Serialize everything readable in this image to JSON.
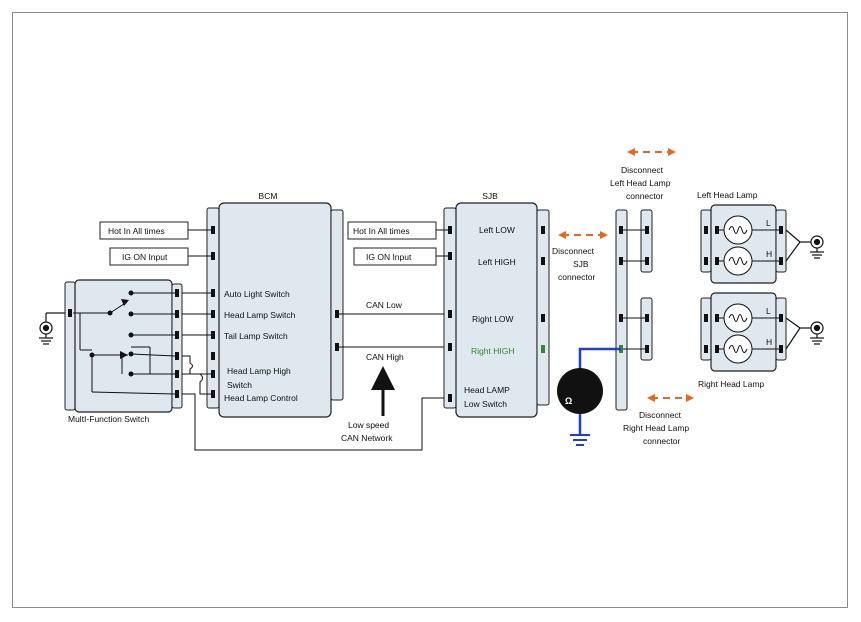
{
  "labels": {
    "bcm": "BCM",
    "sjb": "SJB",
    "multi_function_switch": "MultI-Function Switch",
    "left_head_lamp": "Left Head Lamp",
    "right_head_lamp": "Right Head Lamp",
    "can_low": "CAN Low",
    "can_high": "CAN High",
    "low_speed_line1": "Low speed",
    "low_speed_line2": "CAN Network"
  },
  "bcm_inputs": {
    "hot_in_all_times": "Hot In All times",
    "ig_on_input": "IG ON Input"
  },
  "bcm_pins": {
    "auto_light": "Auto Light Switch",
    "head_lamp": "Head Lamp Switch",
    "tail_lamp": "Tail Lamp Switch",
    "head_high_line1": "Head Lamp High",
    "head_high_line2": "Switch",
    "head_control": "Head Lamp Control"
  },
  "sjb_inputs": {
    "hot_in_all_times": "Hot In All times",
    "ig_on_input": "IG ON Input"
  },
  "sjb_pins": {
    "left_low": "Left LOW",
    "left_high": "Left HIGH",
    "right_low": "Right LOW",
    "right_high": "Right HIGH",
    "low_switch_line1": "Head LAMP",
    "low_switch_line2": "Low Switch"
  },
  "disconnect_sjb": {
    "line1": "Disconnect",
    "line2": "SJB",
    "line3": "connector"
  },
  "disconnect_left": {
    "line1": "Disconnect",
    "line2": "Left Head Lamp",
    "line3": "connector"
  },
  "disconnect_right": {
    "line1": "Disconnect",
    "line2": "Right Head Lamp",
    "line3": "connector"
  },
  "lamp_markers": {
    "left_l": "L",
    "left_h": "H",
    "right_l": "L",
    "right_h": "H"
  },
  "meter_symbol": "Ω",
  "colors": {
    "box_fill": "#dfe8ee",
    "box_stroke": "#222222",
    "wire": "#333333",
    "arrow_orange": "#e8671e",
    "probe_blue": "#1f3fd0",
    "highlight_green": "#2f8a2f",
    "frame": "#8c8c8c"
  }
}
